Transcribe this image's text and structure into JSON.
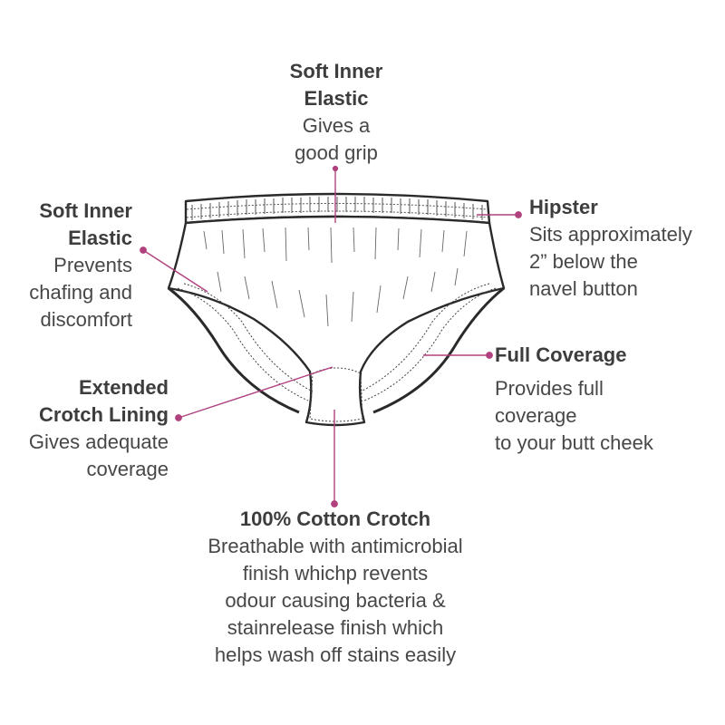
{
  "accent_color": "#b0407e",
  "callouts": {
    "top_elastic": {
      "title": [
        "Soft Inner",
        "Elastic"
      ],
      "desc": [
        "Gives a",
        "good grip"
      ]
    },
    "side_elastic": {
      "title": [
        "Soft Inner",
        "Elastic"
      ],
      "desc": [
        "Prevents",
        "chafing and",
        "discomfort"
      ]
    },
    "hipster": {
      "title": [
        "Hipster"
      ],
      "desc": [
        "Sits approximately",
        "2” below the",
        "navel button"
      ]
    },
    "full_coverage": {
      "title": [
        "Full Coverage"
      ],
      "desc": [
        "Provides full",
        "coverage",
        "to your butt cheek"
      ]
    },
    "crotch_lining": {
      "title": [
        "Extended",
        "Crotch Lining"
      ],
      "desc": [
        "Gives adequate",
        "coverage"
      ]
    },
    "cotton_crotch": {
      "title": [
        "100% Cotton Crotch"
      ],
      "desc": [
        "Breathable with antimicrobial",
        "finish whichp revents",
        "odour causing bacteria &",
        "stainrelease finish which",
        "helps wash off stains easily"
      ]
    }
  }
}
